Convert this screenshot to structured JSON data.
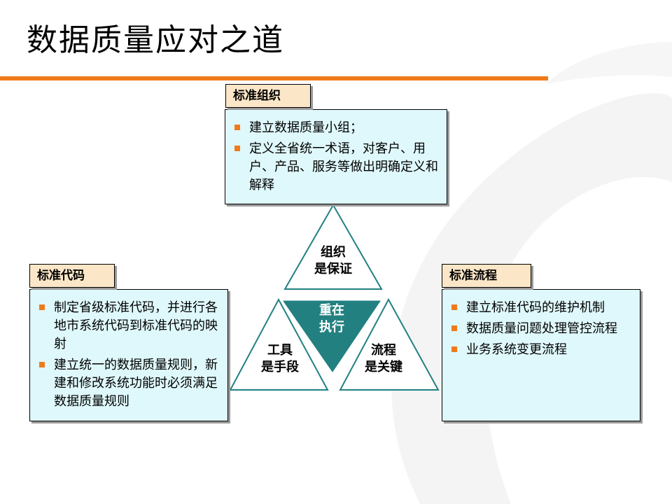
{
  "slide": {
    "title": "数据质量应对之道"
  },
  "colors": {
    "accent": "#f07a1a",
    "panel_fill": "#dff8fb",
    "tag_fill": "#fbe7c7",
    "triangle_stroke": "#238080",
    "center_fill": "#238080"
  },
  "top": {
    "tag": "标准组织",
    "items": [
      "建立数据质量小组；",
      "定义全省统一术语，对客户、用户、产品、服务等做出明确定义和解释"
    ]
  },
  "left": {
    "tag": "标准代码",
    "items": [
      "制定省级标准代码，并进行各地市系统代码到标准代码的映射",
      "建立统一的数据质量规则，新建和修改系统功能时必须满足数据质量规则"
    ]
  },
  "right": {
    "tag": "标准流程",
    "items": [
      "建立标准代码的维护机制",
      "数据质量问题处理管控流程",
      "业务系统变更流程"
    ]
  },
  "triangle": {
    "top": [
      "组织",
      "是保证"
    ],
    "left": [
      "工具",
      "是手段"
    ],
    "right": [
      "流程",
      "是关键"
    ],
    "center": [
      "重在",
      "执行"
    ]
  }
}
